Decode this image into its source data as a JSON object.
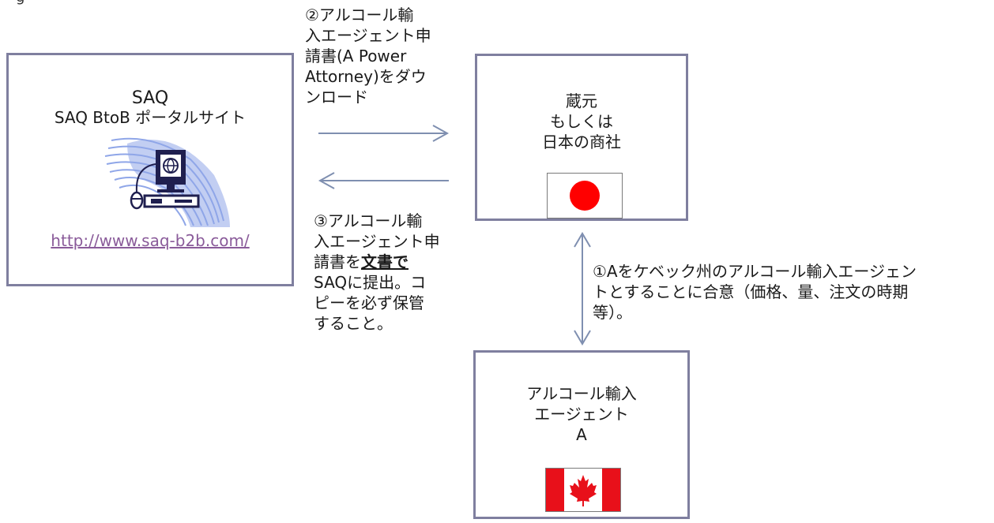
{
  "top_stub": "g",
  "saq_box": {
    "title": "SAQ",
    "subtitle": "SAQ BtoB ポータルサイト",
    "link": "http://www.saq-b2b.com/"
  },
  "step2": {
    "text": "②アルコール輸\n入エージェント申\n請書(A Power\nAttorney)をダウ\nンロード"
  },
  "step3": {
    "pre": "③アルコール輸\n入エージェント申\n請書を",
    "emphasis": "文書で",
    "post": "\nSAQに提出。コ\nピーを必ず保管\nすること。"
  },
  "step1": {
    "text": "①Aをケベック州のアルコール輸入エージェン\nトとすることに合意（価格、量、注文の時期\n等）。"
  },
  "brewer_box": {
    "label": "蔵元\nもしくは\n日本の商社",
    "flag_icon": "japan-flag"
  },
  "agent_box": {
    "label": "アルコール輸入\nエージェント\nA",
    "flag_icon": "canada-flag"
  },
  "colors": {
    "box_border": "#7f7f9f",
    "arrow": "#7f8fb0",
    "japan_red": "#ff0000",
    "canada_red": "#e8101a",
    "link": "#8a5b9a",
    "swoosh": "#8fa6e8"
  }
}
